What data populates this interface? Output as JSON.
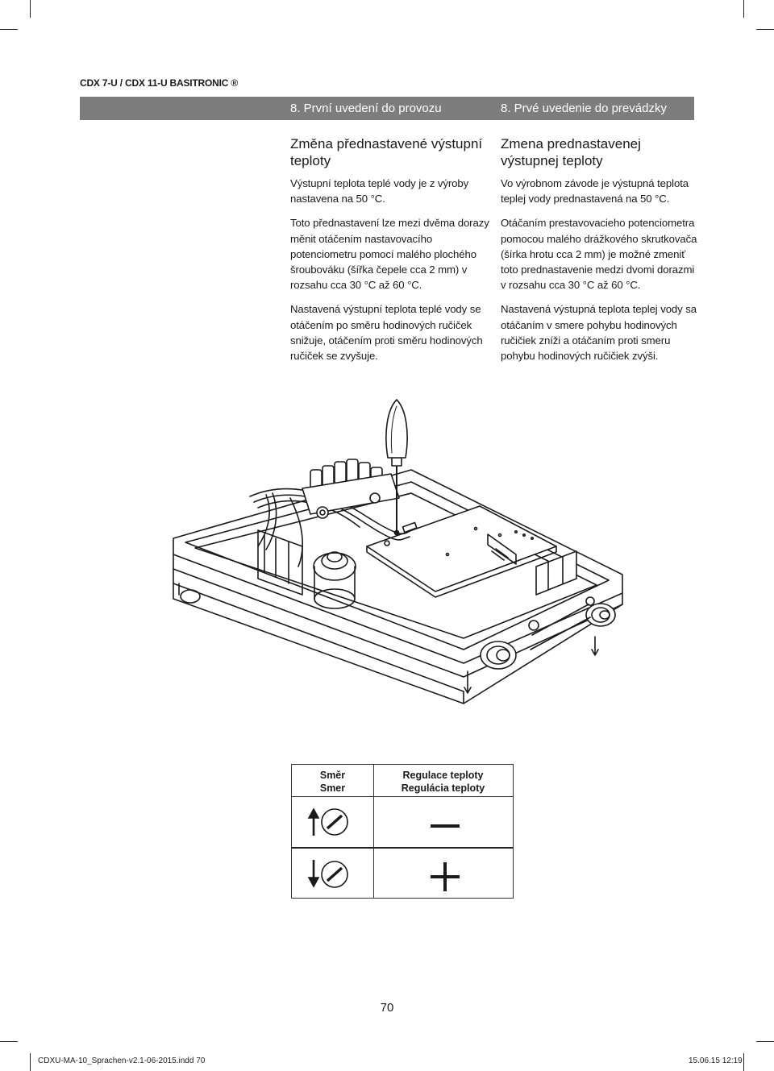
{
  "header": {
    "model": "CDX 7-U / CDX 11-U BASITRONIC ®"
  },
  "section": {
    "left_title": "8. První uvedení do provozu",
    "right_title": "8. Prvé uvedenie do prevádzky"
  },
  "left_column": {
    "heading": "Změna přednastavené výstupní teploty",
    "paragraphs": [
      "Výstupní teplota teplé vody je z výroby nastavena na 50 °C.",
      "Toto přednastavení lze mezi dvěma dorazy měnit otáčením nastavovacího potenciometru pomocí malého plochého šroubováku (šířka čepele cca 2 mm) v rozsahu cca 30 °C až 60 °C.",
      "Nastavená výstupní teplota teplé vody se otáčením po směru hodinových ručiček snižuje, otáčením proti směru hodinových ručiček se zvyšuje."
    ]
  },
  "right_column": {
    "heading": "Zmena prednastavenej výstupnej teploty",
    "paragraphs": [
      "Vo výrobnom závode je výstupná teplota teplej vody prednastavená na 50 °C.",
      "Otáčaním prestavovacieho potenciometra pomocou malého drážkového skrutkovača (šírka hrotu cca 2 mm) je možné zmeniť toto prednastavenie medzi dvomi dorazmi v rozsahu cca 30 °C až 60 °C.",
      "Nastavená výstupná teplota teplej vody sa otáčaním v smere pohybu hodinových ručičiek zníži a otáčaním proti smeru pohybu hodinových ručičiek zvýši."
    ]
  },
  "direction_table": {
    "col1_header_line1": "Směr",
    "col1_header_line2": "Smer",
    "col2_header_line1": "Regulace teploty",
    "col2_header_line2": "Regulácia teploty",
    "rows": [
      {
        "direction_icon": "clockwise-arrow-up-icon",
        "effect": "–"
      },
      {
        "direction_icon": "counterclockwise-arrow-down-icon",
        "effect": "+"
      }
    ]
  },
  "page_number": "70",
  "footer": {
    "file": "CDXU-MA-10_Sprachen-v2.1-06-2015.indd   70",
    "timestamp": "15.06.15   12:19"
  }
}
